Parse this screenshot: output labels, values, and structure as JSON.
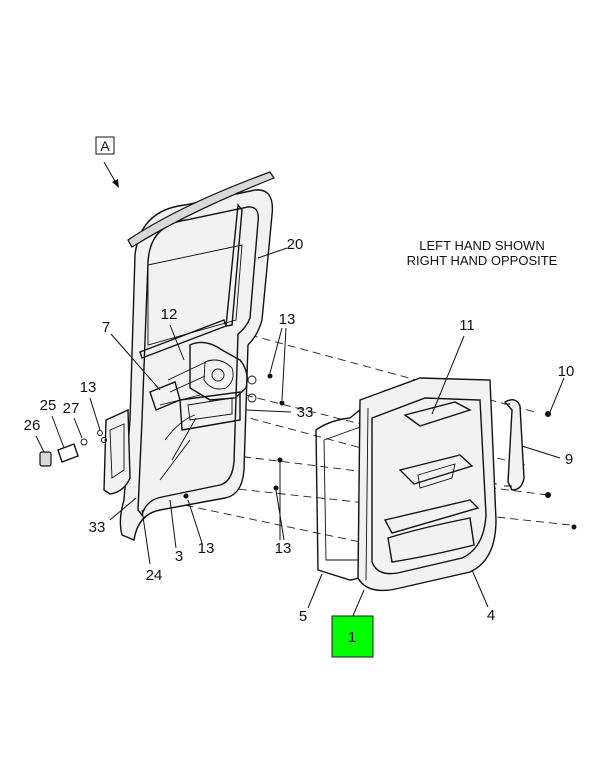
{
  "view_letter": "A",
  "note": {
    "line1": "LEFT HAND SHOWN",
    "line2": "RIGHT HAND OPPOSITE"
  },
  "callouts": {
    "c1": "1",
    "c3": "3",
    "c4": "4",
    "c5": "5",
    "c7": "7",
    "c9": "9",
    "c10": "10",
    "c11": "11",
    "c12": "12",
    "c13_top": "13",
    "c13_left": "13",
    "c13_bottom": "13",
    "c13_lower": "13",
    "c20": "20",
    "c24": "24",
    "c25": "25",
    "c26": "26",
    "c27": "27",
    "c33_right": "33",
    "c33_left": "33"
  },
  "colors": {
    "highlight": "#00ff00"
  }
}
